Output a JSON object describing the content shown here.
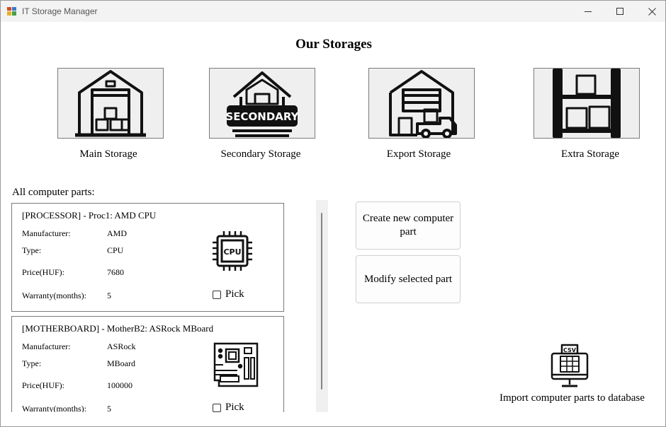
{
  "window": {
    "title": "IT Storage Manager"
  },
  "heading": "Our Storages",
  "storages": [
    {
      "label": "Main Storage",
      "icon": "warehouse-icon"
    },
    {
      "label": "Secondary Storage",
      "icon": "secondary-warehouse-icon",
      "sign": "SECONDARY"
    },
    {
      "label": "Export Storage",
      "icon": "export-warehouse-icon"
    },
    {
      "label": "Extra Storage",
      "icon": "shelf-icon"
    }
  ],
  "parts_section_label": "All computer parts:",
  "field_labels": {
    "manufacturer": "Manufacturer:",
    "type": "Type:",
    "price": "Price(HUF):",
    "warranty": "Warranty(months):"
  },
  "parts": [
    {
      "title": "[PROCESSOR] -  Proc1: AMD CPU",
      "manufacturer": "AMD",
      "type": "CPU",
      "price": "7680",
      "warranty": "5",
      "icon": "cpu-icon",
      "icon_text": "CPU",
      "pick_label": "Pick",
      "picked": false
    },
    {
      "title": "[MOTHERBOARD] -  MotherB2: ASRock MBoard",
      "manufacturer": "ASRock",
      "type": "MBoard",
      "price": "100000",
      "warranty": "5",
      "icon": "motherboard-icon",
      "pick_label": "Pick",
      "picked": false
    }
  ],
  "actions": {
    "create": "Create new computer part",
    "modify": "Modify selected part"
  },
  "import": {
    "label": "Import computer parts to database",
    "icon": "csv-monitor-icon",
    "icon_text": "CSV"
  },
  "colors": {
    "card_bg": "#efefef",
    "border": "#7a7a7a",
    "title_bar": "#f3f3f3"
  }
}
